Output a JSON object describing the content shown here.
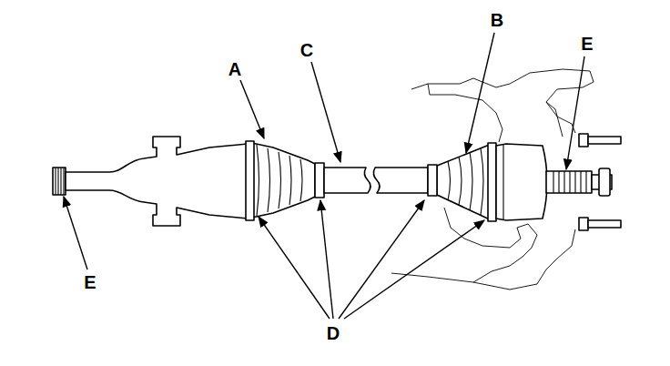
{
  "diagram": {
    "labels": [
      "A",
      "C",
      "B",
      "E",
      "E",
      "D"
    ]
  }
}
